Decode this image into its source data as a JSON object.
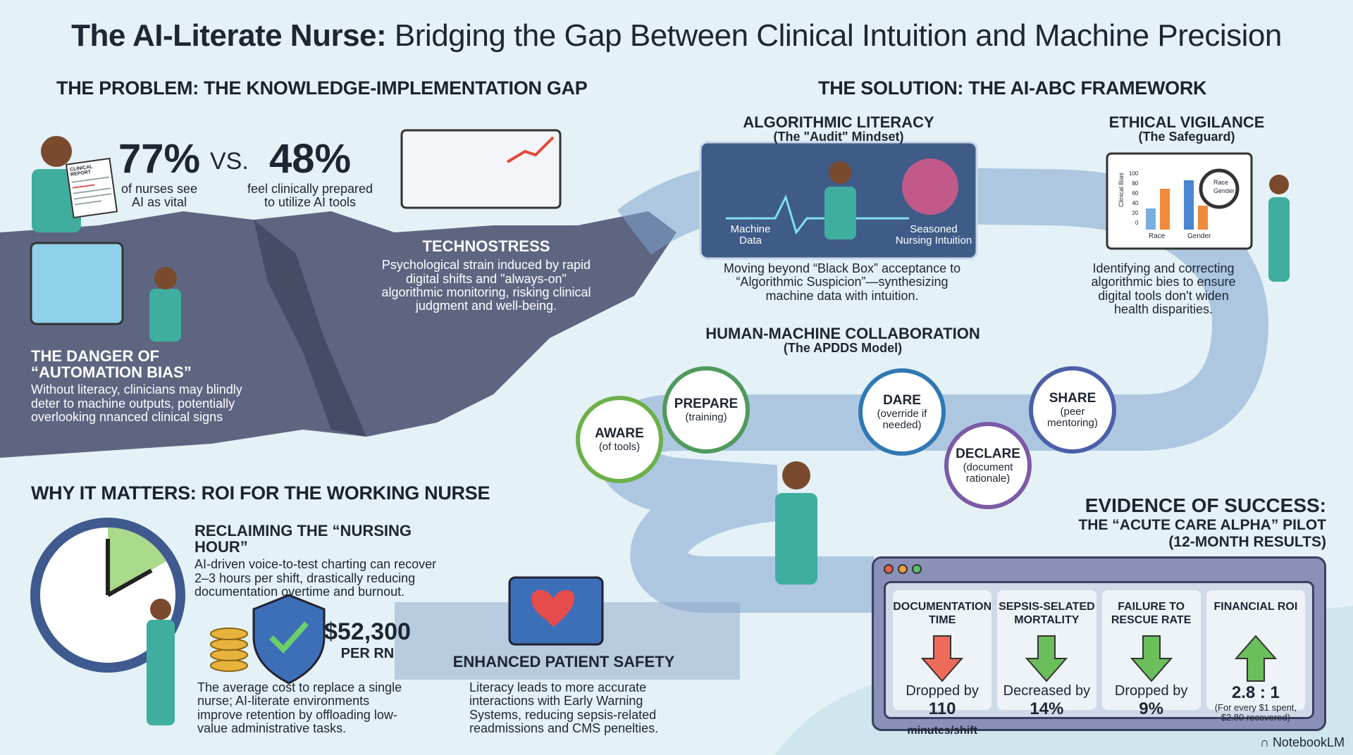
{
  "title": {
    "bold": "The AI-Literate Nurse:",
    "rest": " Bridging the Gap Between Clinical Intuition and Machine Precision"
  },
  "problem": {
    "header": "THE PROBLEM: THE KNOWLEDGE-IMPLEMENTATION GAP",
    "stat1": {
      "value": "77%",
      "label1": "of nurses see",
      "label2": "AI as vital"
    },
    "vs": "VS.",
    "stat2": {
      "value": "48%",
      "label1": "feel clinically prepared",
      "label2": "to utilize AI tools"
    },
    "technostress": {
      "title": "TECHNOSTRESS",
      "text": "Psychological strain induced by rapid digital shifts and \"always-on\" algorithmic monitoring, risking clinical judgment and well-being."
    },
    "danger": {
      "title1": "THE DANGER OF",
      "title2": "“AUTOMATION BIAS”",
      "text": "Without literacy, clinicians may blindly deter to machine outputs, potentially overlooking nnanced clinical signs"
    },
    "doc_label": "CLINICAL REPORT"
  },
  "solution": {
    "header": "THE SOLUTION: THE AI-ABC FRAMEWORK",
    "literacy": {
      "title": "ALGORITHMIC LITERACY",
      "subtitle": "(The \"Audit\" Mindset)",
      "left": "Machine Data",
      "right": "Seasoned Nursing Intuition",
      "text": "Moving beyond “Black Box” acceptance to “Algorithmic Suspicion”—synthesizing machine data with intuition."
    },
    "ethics": {
      "title": "ETHICAL VIGILANCE",
      "subtitle": "(The Safeguard)",
      "chart_ylabel": "Clinical Bias",
      "chart_ticks": [
        "100",
        "80",
        "60",
        "40",
        "20",
        "0"
      ],
      "chart_x": [
        "Race",
        "Gender"
      ],
      "legend": [
        "Race",
        "Gender"
      ],
      "text": "Identifying and correcting algorithmic bies to ensure digital tools don't widen health disparities."
    },
    "collab": {
      "title": "HUMAN-MACHINE COLLABORATION",
      "subtitle": "(The APDDS Model)",
      "gears": [
        {
          "name": "AWARE",
          "desc": "(of tools)",
          "color": "#6cb04a"
        },
        {
          "name": "PREPARE",
          "desc": "(training)",
          "color": "#4f9a5c"
        },
        {
          "name": "DARE",
          "desc": "(override if needed)",
          "color": "#2f78b5"
        },
        {
          "name": "DECLARE",
          "desc": "(document rationale)",
          "color": "#7c5aa6"
        },
        {
          "name": "SHARE",
          "desc": "(peer mentoring)",
          "color": "#4c5fa8"
        }
      ]
    }
  },
  "roi": {
    "header": "WHY IT MATTERS: ROI FOR THE WORKING NURSE",
    "hour": {
      "title": "RECLAIMING THE “NURSING HOUR”",
      "text": "AI-driven voice-to-test charting can recover 2–3 hours per shift, drastically reducing documentation overtime and burnout."
    },
    "cost": {
      "value": "$52,300",
      "unit": "PER RN",
      "text": "The average cost to replace a single nurse; AI-literate environments improve retention by offloading low-value administrative tasks."
    },
    "safety": {
      "title": "ENHANCED PATIENT SAFETY",
      "text": "Literacy leads to more accurate interactions with Early Warning Systems, reducing sepsis-related readmissions and CMS penelties."
    }
  },
  "evidence": {
    "title": "EVIDENCE OF SUCCESS:",
    "subtitle": "THE “ACUTE CARE ALPHA” PILOT",
    "period": "(12-MONTH RESULTS)",
    "cards": [
      {
        "label": "DOCUMENTATION TIME",
        "direction": "down",
        "color": "#ee6a5a",
        "line1": "Dropped by",
        "value": "110",
        "unit": " minutes/shift",
        "note": ""
      },
      {
        "label": "SEPSIS-SELATED MORTALITY",
        "direction": "down",
        "color": "#6bbf5a",
        "line1": "Decreased by",
        "value": "14%",
        "unit": "",
        "note": ""
      },
      {
        "label": "FAILURE TO RESCUE RATE",
        "direction": "down",
        "color": "#6bbf5a",
        "line1": "Dropped by",
        "value": "9%",
        "unit": "",
        "note": ""
      },
      {
        "label": "FINANCIAL ROI",
        "direction": "up",
        "color": "#6bbf5a",
        "line1": "",
        "value": "2.8 : 1",
        "unit": "",
        "note": "(For every $1 spent, $2.80 recovered)"
      }
    ]
  },
  "brand": "NotebookLM"
}
